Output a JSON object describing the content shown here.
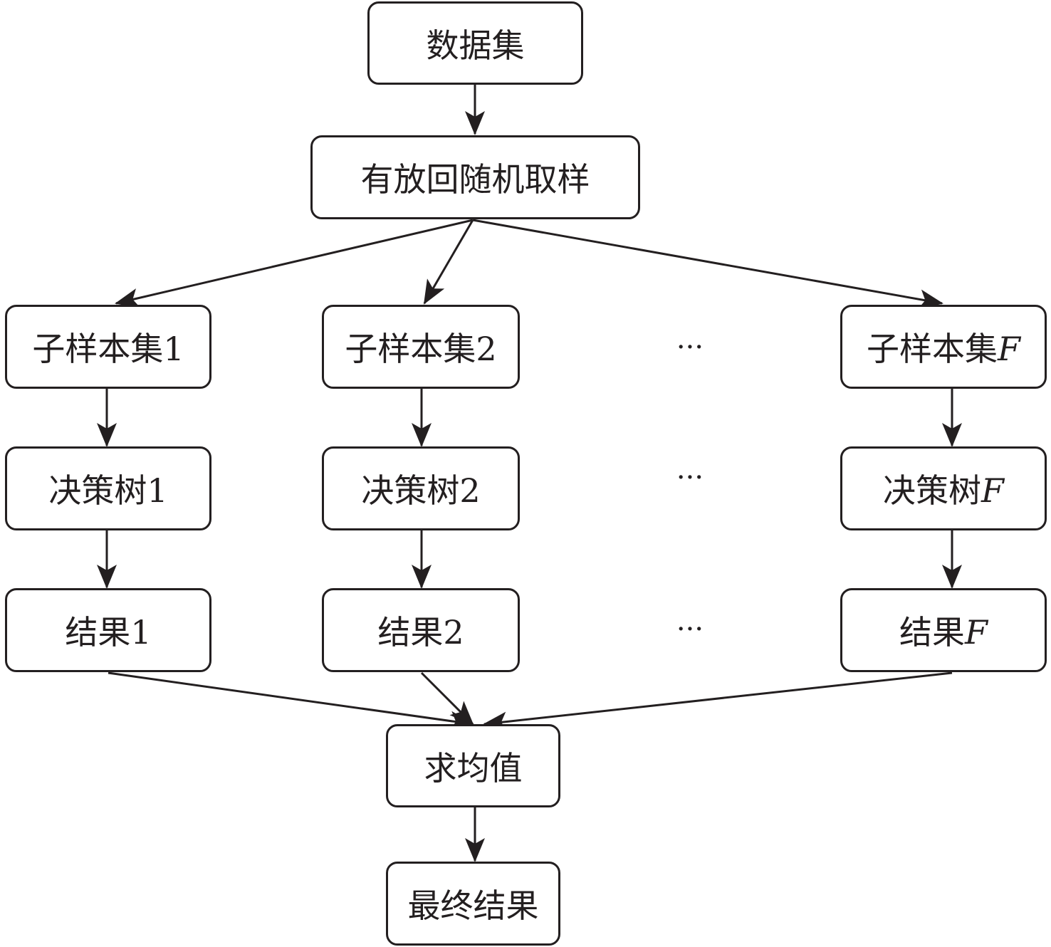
{
  "nodes": {
    "dataset": "数据集",
    "sampling": "有放回随机取样",
    "subsample_1": "子样本集1",
    "subsample_2": "子样本集2",
    "subsample_f_prefix": "子样本集",
    "subsample_f_var": "F",
    "tree_1": "决策树1",
    "tree_2": "决策树2",
    "tree_f_prefix": "决策树",
    "tree_f_var": "F",
    "result_1": "结果1",
    "result_2": "结果2",
    "result_f_prefix": "结果",
    "result_f_var": "F",
    "average": "求均值",
    "final": "最终结果"
  },
  "ellipsis": "···",
  "colors": {
    "stroke": "#231f20",
    "background": "#ffffff"
  }
}
